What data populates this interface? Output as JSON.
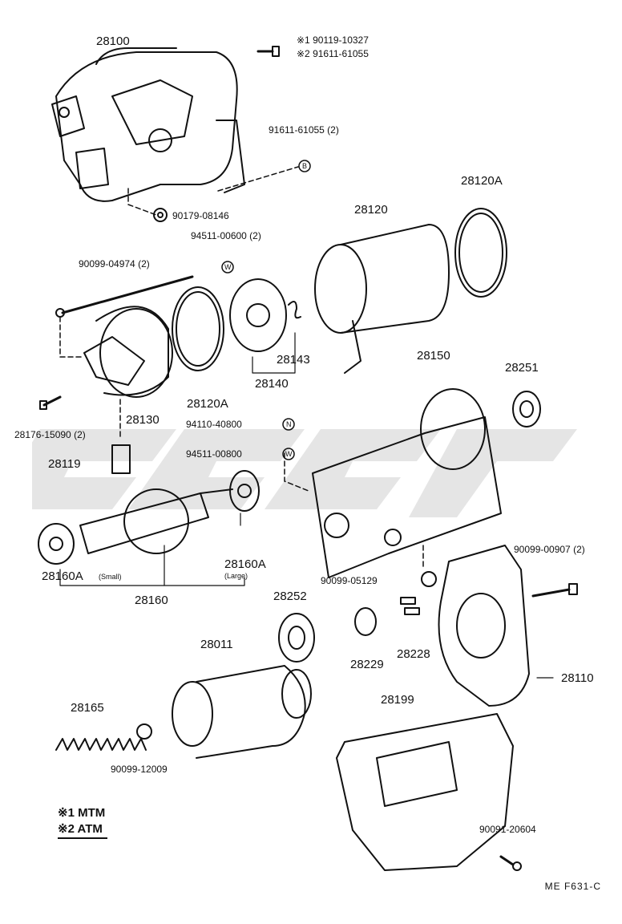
{
  "parts": [
    {
      "id": "p28100",
      "text": "28100"
    },
    {
      "id": "p90119",
      "text": "※1 90119-10327"
    },
    {
      "id": "p91611a",
      "text": "※2 91611-61055"
    },
    {
      "id": "p91611b",
      "text": "91611-61055 (2)"
    },
    {
      "id": "p90179",
      "text": "90179-08146"
    },
    {
      "id": "p28120A_top",
      "text": "28120A"
    },
    {
      "id": "p28120",
      "text": "28120"
    },
    {
      "id": "p94511a",
      "text": "94511-00600 (2)"
    },
    {
      "id": "p90099_04974",
      "text": "90099-04974 (2)"
    },
    {
      "id": "p28143",
      "text": "28143"
    },
    {
      "id": "p28140",
      "text": "28140"
    },
    {
      "id": "p28120A_mid",
      "text": "28120A"
    },
    {
      "id": "p28130",
      "text": "28130"
    },
    {
      "id": "p28150",
      "text": "28150"
    },
    {
      "id": "p28251",
      "text": "28251"
    },
    {
      "id": "p28176",
      "text": "28176-15090 (2)"
    },
    {
      "id": "p94110",
      "text": "94110-40800"
    },
    {
      "id": "p28119",
      "text": "28119"
    },
    {
      "id": "p94511b",
      "text": "94511-00800"
    },
    {
      "id": "p28160A_s",
      "text": "28160A"
    },
    {
      "id": "p28160A_l",
      "text": "28160A"
    },
    {
      "id": "p28160",
      "text": "28160"
    },
    {
      "id": "p90099_00907",
      "text": "90099-00907 (2)"
    },
    {
      "id": "p90099_05129",
      "text": "90099-05129"
    },
    {
      "id": "p28252",
      "text": "28252"
    },
    {
      "id": "p28011",
      "text": "28011"
    },
    {
      "id": "p28229",
      "text": "28229"
    },
    {
      "id": "p28228",
      "text": "28228"
    },
    {
      "id": "p28110",
      "text": "28110"
    },
    {
      "id": "p28165",
      "text": "28165"
    },
    {
      "id": "p28199",
      "text": "28199"
    },
    {
      "id": "p90099_12009",
      "text": "90099-12009"
    },
    {
      "id": "p90091",
      "text": "90091-20604"
    }
  ],
  "size_notes": {
    "small": "(Small)",
    "large": "(Large)"
  },
  "legend": {
    "line1": "※1 MTM",
    "line2": "※2 ATM"
  },
  "markers": {
    "b": "B",
    "w": "W",
    "n": "N"
  },
  "figure_ref": "ME  F631-C",
  "colors": {
    "ink": "#111111",
    "watermark": "#9a9a9a"
  }
}
